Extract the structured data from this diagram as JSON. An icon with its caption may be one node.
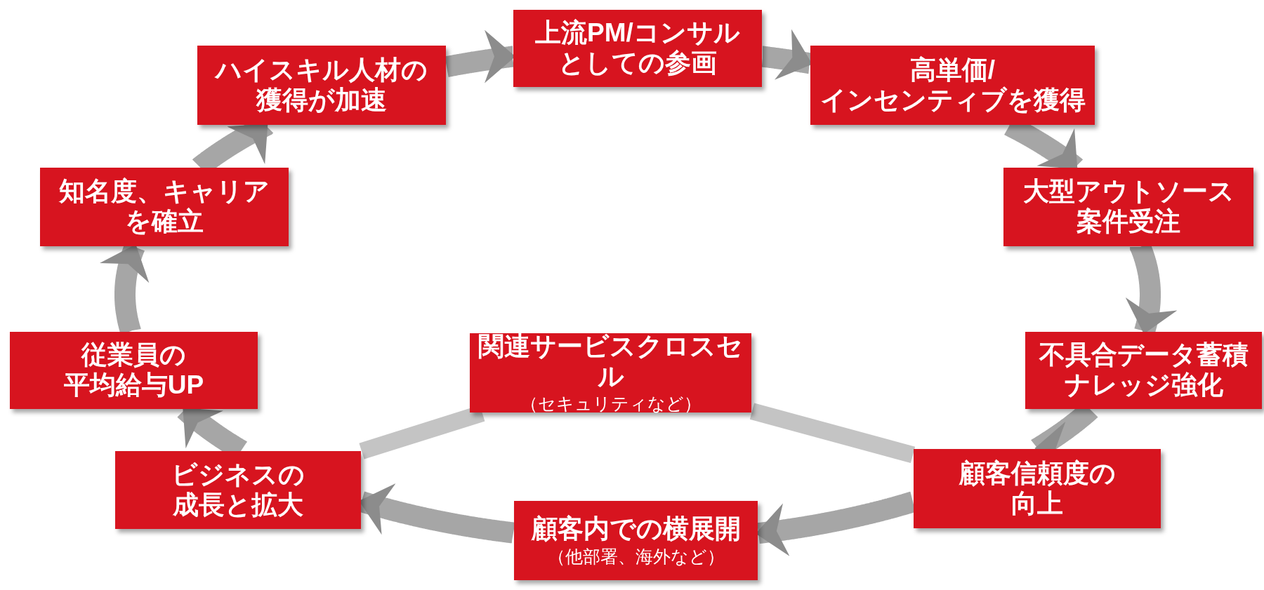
{
  "diagram": {
    "nodes": [
      {
        "text": [
          "上流PM/コンサルとしての参画"
        ]
      },
      {
        "text": [
          "高単価/インセンティブを獲得"
        ]
      },
      {
        "text": [
          "大型アウトソース案件受注"
        ]
      },
      {
        "text": [
          "不具合データ蓄積ナレッジ強化"
        ]
      },
      {
        "text": [
          "顧客信頼度の向上"
        ]
      },
      {
        "text": [
          "顧客内での横展開",
          "（他部署、海外など）"
        ]
      },
      {
        "text": [
          "ビジネスの成長と拡大"
        ]
      },
      {
        "text": [
          "従業員の平均給与UP"
        ]
      },
      {
        "text": [
          "知名度、キャリアを確立"
        ]
      },
      {
        "text": [
          "ハイスキル人材の獲得が加速"
        ]
      },
      {
        "text": [
          "関連サービスクロスセル",
          "（セキュリティなど）"
        ]
      }
    ],
    "edges": [
      {
        "from": 0,
        "to": 1,
        "arrow": "to"
      },
      {
        "from": 1,
        "to": 2,
        "arrow": "to"
      },
      {
        "from": 2,
        "to": 3,
        "arrow": "to"
      },
      {
        "from": 3,
        "to": 4,
        "arrow": "to"
      },
      {
        "from": 4,
        "to": 5,
        "arrow": "to"
      },
      {
        "from": 5,
        "to": 6,
        "arrow": "to"
      },
      {
        "from": 6,
        "to": 7,
        "arrow": "to"
      },
      {
        "from": 7,
        "to": 8,
        "arrow": "to"
      },
      {
        "from": 8,
        "to": 9,
        "arrow": "to"
      },
      {
        "from": 9,
        "to": 0,
        "arrow": "to"
      },
      {
        "from": 4,
        "to": 10,
        "arrow": "none"
      },
      {
        "from": 10,
        "to": 6,
        "arrow": "none"
      }
    ]
  }
}
